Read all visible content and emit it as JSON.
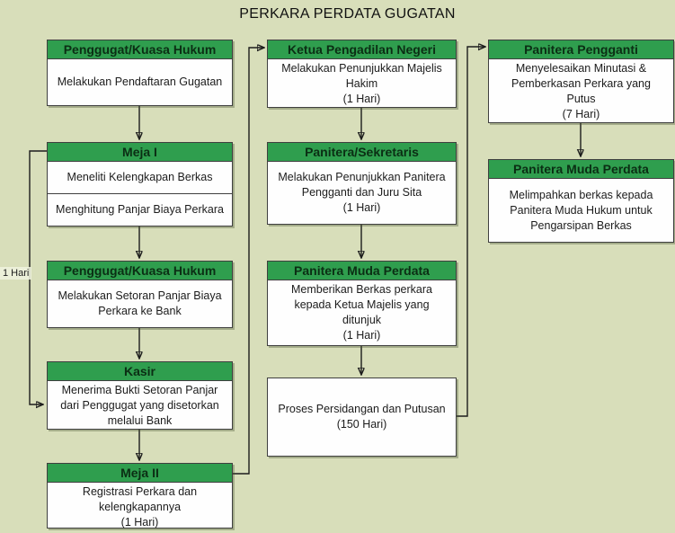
{
  "title": "PERKARA PERDATA GUGATAN",
  "side_label": "1 Hari",
  "colors": {
    "background": "#d8deba",
    "header_fill": "#2f9e4e",
    "header_text": "#0b2e14",
    "border": "#3f3f3f",
    "box_fill": "#fefefe",
    "text": "#1c1c1c",
    "connector": "#1c1c1c"
  },
  "boxes": {
    "penggugat1": {
      "header": "Penggugat/Kuasa Hukum",
      "body": [
        "Melakukan Pendaftaran Gugatan"
      ]
    },
    "meja1": {
      "header": "Meja I",
      "row1": [
        "Meneliti Kelengkapan Berkas"
      ],
      "row2": [
        "Menghitung Panjar Biaya Perkara"
      ]
    },
    "penggugat2": {
      "header": "Penggugat/Kuasa Hukum",
      "body": [
        "Melakukan Setoran Panjar Biaya",
        "Perkara ke Bank"
      ]
    },
    "kasir": {
      "header": "Kasir",
      "body": [
        "Menerima Bukti Setoran Panjar",
        "dari Penggugat yang disetorkan",
        "melalui Bank"
      ]
    },
    "meja2": {
      "header": "Meja II",
      "body": [
        "Registrasi Perkara dan",
        "kelengkapannya",
        "(1 Hari)"
      ]
    },
    "ketua_pn": {
      "header": "Ketua Pengadilan Negeri",
      "body": [
        "Melakukan Penunjukkan Majelis",
        "Hakim",
        "(1 Hari)"
      ]
    },
    "panitera_sekretaris": {
      "header": "Panitera/Sekretaris",
      "body": [
        "Melakukan Penunjukkan Panitera",
        "Pengganti dan Juru Sita",
        "(1 Hari)"
      ]
    },
    "panitera_muda_perdata_tengah": {
      "header": "Panitera Muda Perdata",
      "body": [
        "Memberikan Berkas perkara",
        "kepada Ketua Majelis yang",
        "ditunjuk",
        "(1 Hari)"
      ]
    },
    "proses": {
      "body": [
        "Proses Persidangan dan Putusan",
        "(150 Hari)"
      ]
    },
    "panitera_pengganti": {
      "header": "Panitera Pengganti",
      "body": [
        "Menyelesaikan Minutasi &",
        "Pemberkasan Perkara yang",
        "Putus",
        "(7 Hari)"
      ]
    },
    "panitera_muda_perdata_kanan": {
      "header": "Panitera Muda Perdata",
      "body": [
        "Melimpahkan berkas kepada",
        "Panitera Muda Hukum untuk",
        "Pengarsipan Berkas"
      ]
    }
  }
}
